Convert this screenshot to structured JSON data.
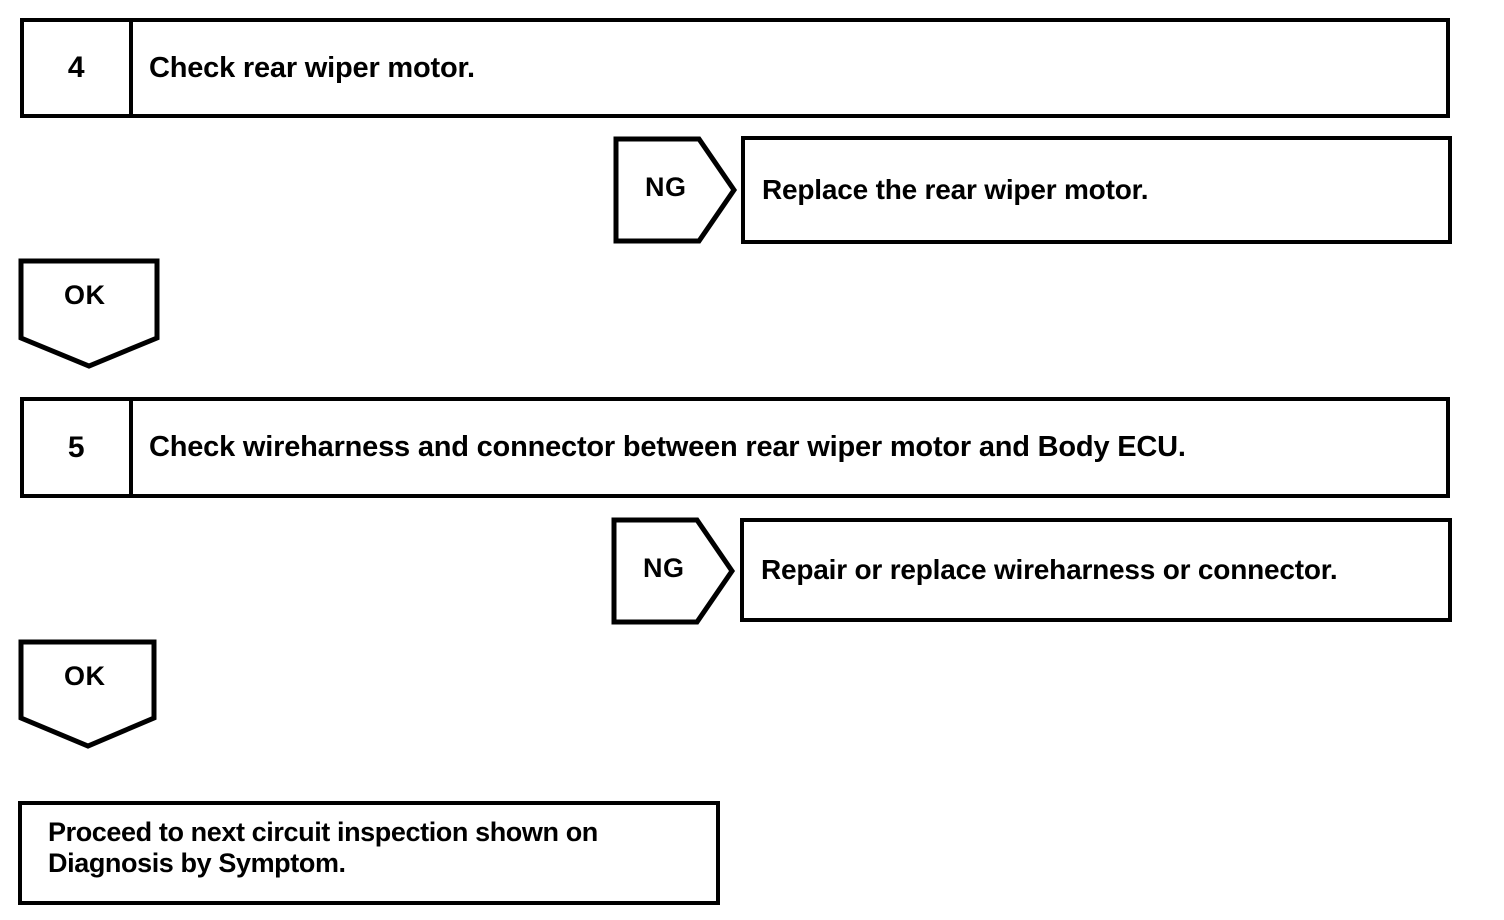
{
  "document": {
    "type": "diagnostic-flowchart",
    "colors": {
      "background": "#ffffff",
      "stroke": "#000000",
      "text": "#000000"
    }
  },
  "flow": {
    "steps": [
      {
        "number": "4",
        "title": "Check rear wiper motor.",
        "ng": {
          "label": "NG",
          "action": "Replace the rear wiper motor."
        },
        "ok": {
          "label": "OK"
        }
      },
      {
        "number": "5",
        "title": "Check wireharness and connector between rear wiper motor and Body ECU.",
        "ng": {
          "label": "NG",
          "action": "Repair or replace wireharness or connector."
        },
        "ok": {
          "label": "OK"
        }
      }
    ],
    "terminal": {
      "line1": "Proceed to next circuit inspection shown on",
      "line2": "Diagnosis by Symptom."
    }
  }
}
